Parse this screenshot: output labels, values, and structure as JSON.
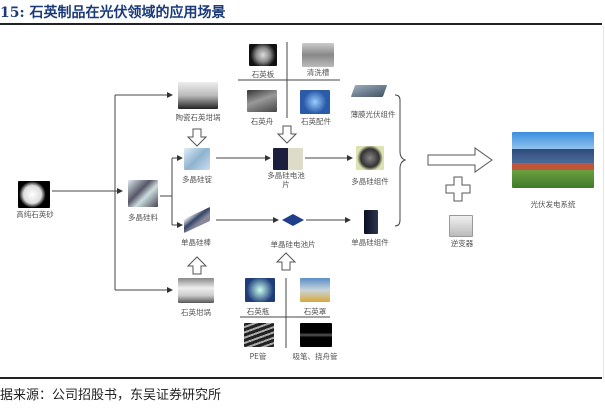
{
  "figure": {
    "title": "15: 石英制品在光伏领域的应用场景",
    "source": "据来源：公司招股书，东吴证券研究所"
  },
  "nodes": {
    "raw_sand": "高纯石英砂",
    "poly_material": "多晶硅料",
    "ceramic_crucible": "陶瓷石英坩埚",
    "poly_ingot": "多晶硅锭",
    "mono_rod": "单晶硅棒",
    "quartz_crucible": "石英坩埚",
    "poly_cell_line1": "多晶硅电池",
    "poly_cell_line2": "片",
    "mono_cell": "单晶硅电池片",
    "thin_film_module": "薄膜光伏组件",
    "poly_module": "多晶硅组件",
    "mono_module": "单晶硅组件",
    "inverter": "逆变器",
    "pv_system": "光伏发电系统"
  },
  "top_quadrant": {
    "items": [
      "石英板",
      "清洗槽",
      "石英舟",
      "石英配件"
    ]
  },
  "bottom_quadrant": {
    "items": [
      "石英瓶",
      "石英罩",
      "PE管",
      "吸笔、挠舟管"
    ]
  }
}
